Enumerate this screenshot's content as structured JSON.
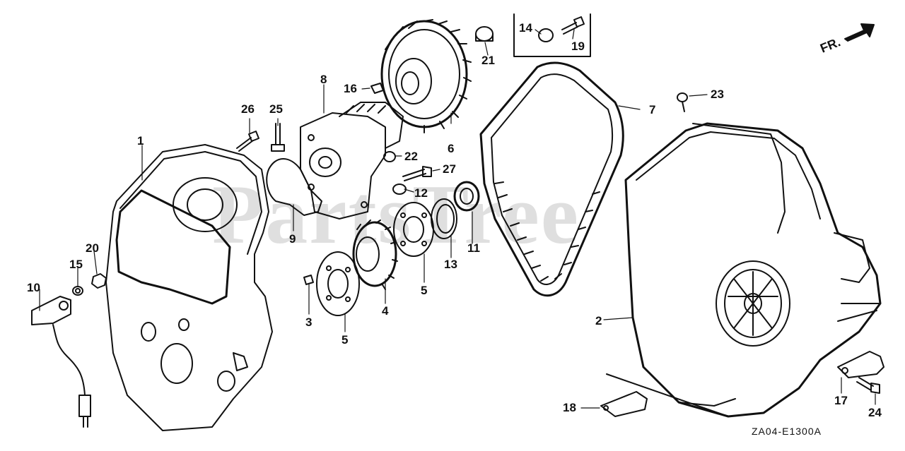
{
  "watermark": "PartsTree",
  "direction_label": "FR.",
  "diagram_code": "ZA04-E1300A",
  "callouts": {
    "c1": "1",
    "c2": "2",
    "c3": "3",
    "c4": "4",
    "c5a": "5",
    "c5b": "5",
    "c6": "6",
    "c7": "7",
    "c8": "8",
    "c9": "9",
    "c10": "10",
    "c11": "11",
    "c12": "12",
    "c13": "13",
    "c14": "14",
    "c15": "15",
    "c16": "16",
    "c17": "17",
    "c18": "18",
    "c19": "19",
    "c20": "20",
    "c21": "21",
    "c22": "22",
    "c23": "23",
    "c24": "24",
    "c25": "25",
    "c26": "26",
    "c27": "27"
  },
  "colors": {
    "ink": "#111111",
    "paper": "#ffffff",
    "watermark": "#8c8c8c"
  }
}
